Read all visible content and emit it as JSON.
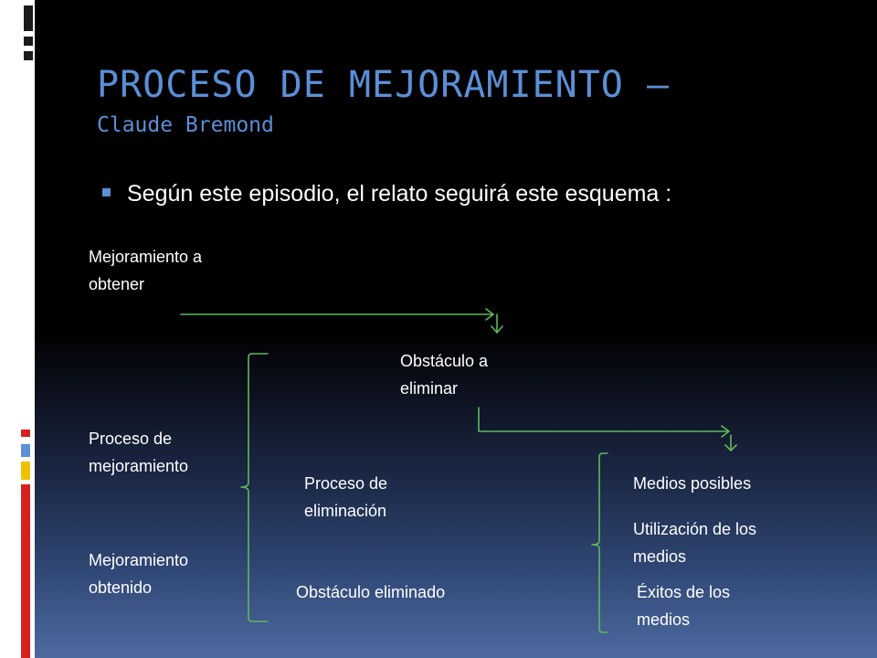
{
  "title": {
    "main": "PROCESO DE MEJORAMIENTO –",
    "subtitle": "Claude Bremond"
  },
  "bullet": {
    "text": "Según este episodio, el relato seguirá este esquema :"
  },
  "diagram": {
    "mejoramiento_a_obtener": [
      "Mejoramiento a",
      "obtener"
    ],
    "obstaculo_a_eliminar": [
      "Obstáculo a",
      "eliminar"
    ],
    "proceso_de_mejoramiento": [
      "Proceso de",
      "mejoramiento"
    ],
    "proceso_de_eliminacion": [
      "Proceso de",
      "eliminación"
    ],
    "medios_posibles": "Medios posibles",
    "utilizacion_de_los_medios": [
      "Utilización de los",
      "medios"
    ],
    "mejoramiento_obtenido": [
      "Mejoramiento",
      "obtenido"
    ],
    "obstaculo_eliminado": "Obstáculo eliminado",
    "exitos_de_los_medios": [
      "Éxitos de los",
      "medios"
    ]
  },
  "colors": {
    "title": "#5b8fd6",
    "arrows": "#5fb85a",
    "text": "#ffffff"
  }
}
